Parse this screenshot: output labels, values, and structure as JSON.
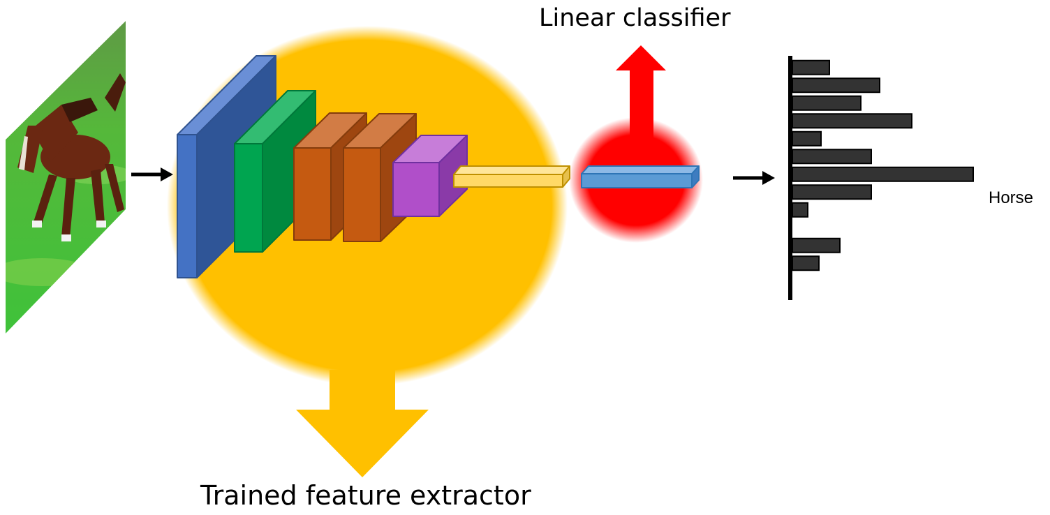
{
  "labels": {
    "linear_classifier": "Linear classifier",
    "feature_extractor": "Trained feature extractor",
    "output_class": "Horse"
  },
  "input_image": {
    "subject": "horse running on grass",
    "icon": "horse-photo"
  },
  "colors": {
    "feature_extractor_glow": "#FFC000",
    "classifier_glow": "#FF0000",
    "layer1": "#4472C4",
    "layer2": "#00A550",
    "layer3": "#C55A11",
    "layer4": "#C55A11",
    "layer5": "#B04FC9",
    "feature_vector": "#FFD966",
    "classifier_vector": "#5B9BD5",
    "bars": "#333333"
  },
  "chart_data": {
    "type": "bar",
    "orientation": "horizontal",
    "categories": [
      "",
      "",
      "",
      "",
      "",
      "",
      "",
      "",
      "",
      "",
      "",
      "",
      ""
    ],
    "values": [
      53,
      125,
      98,
      171,
      41,
      113,
      259,
      113,
      22,
      null,
      68,
      38
    ],
    "highlight_label": "Horse",
    "highlight_index": 6
  }
}
